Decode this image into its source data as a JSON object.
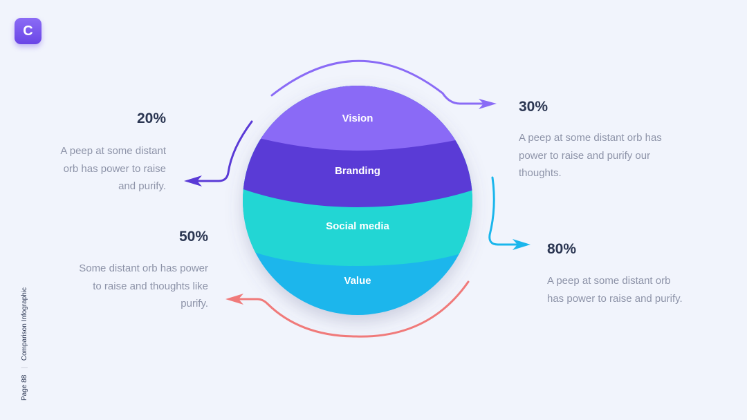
{
  "logo": {
    "letter": "C"
  },
  "segments": [
    {
      "label": "Vision",
      "color": "#8a6bf6"
    },
    {
      "label": "Branding",
      "color": "#5a3ad6"
    },
    {
      "label": "Social media",
      "color": "#22d6d4"
    },
    {
      "label": "Value",
      "color": "#1ab6ec"
    }
  ],
  "callouts": [
    {
      "percent": "20%",
      "text": [
        "A peep at some distant",
        "orb has power to raise",
        "and purify."
      ],
      "arrow_color": "#5a3ad6"
    },
    {
      "percent": "30%",
      "text": [
        "A peep at some distant orb has",
        "power to raise and purify our",
        "thoughts."
      ],
      "arrow_color": "#8a6bf6"
    },
    {
      "percent": "50%",
      "text": [
        "Some distant orb has power",
        "to raise and thoughts like",
        "purify."
      ],
      "arrow_color": "#f07a7a"
    },
    {
      "percent": "80%",
      "text": [
        "A peep at some distant orb",
        "has power to raise and purify."
      ],
      "arrow_color": "#1ab6ec"
    }
  ],
  "footer": {
    "title": "Comparison Infographic",
    "separator": "|",
    "page": "Page 88"
  }
}
